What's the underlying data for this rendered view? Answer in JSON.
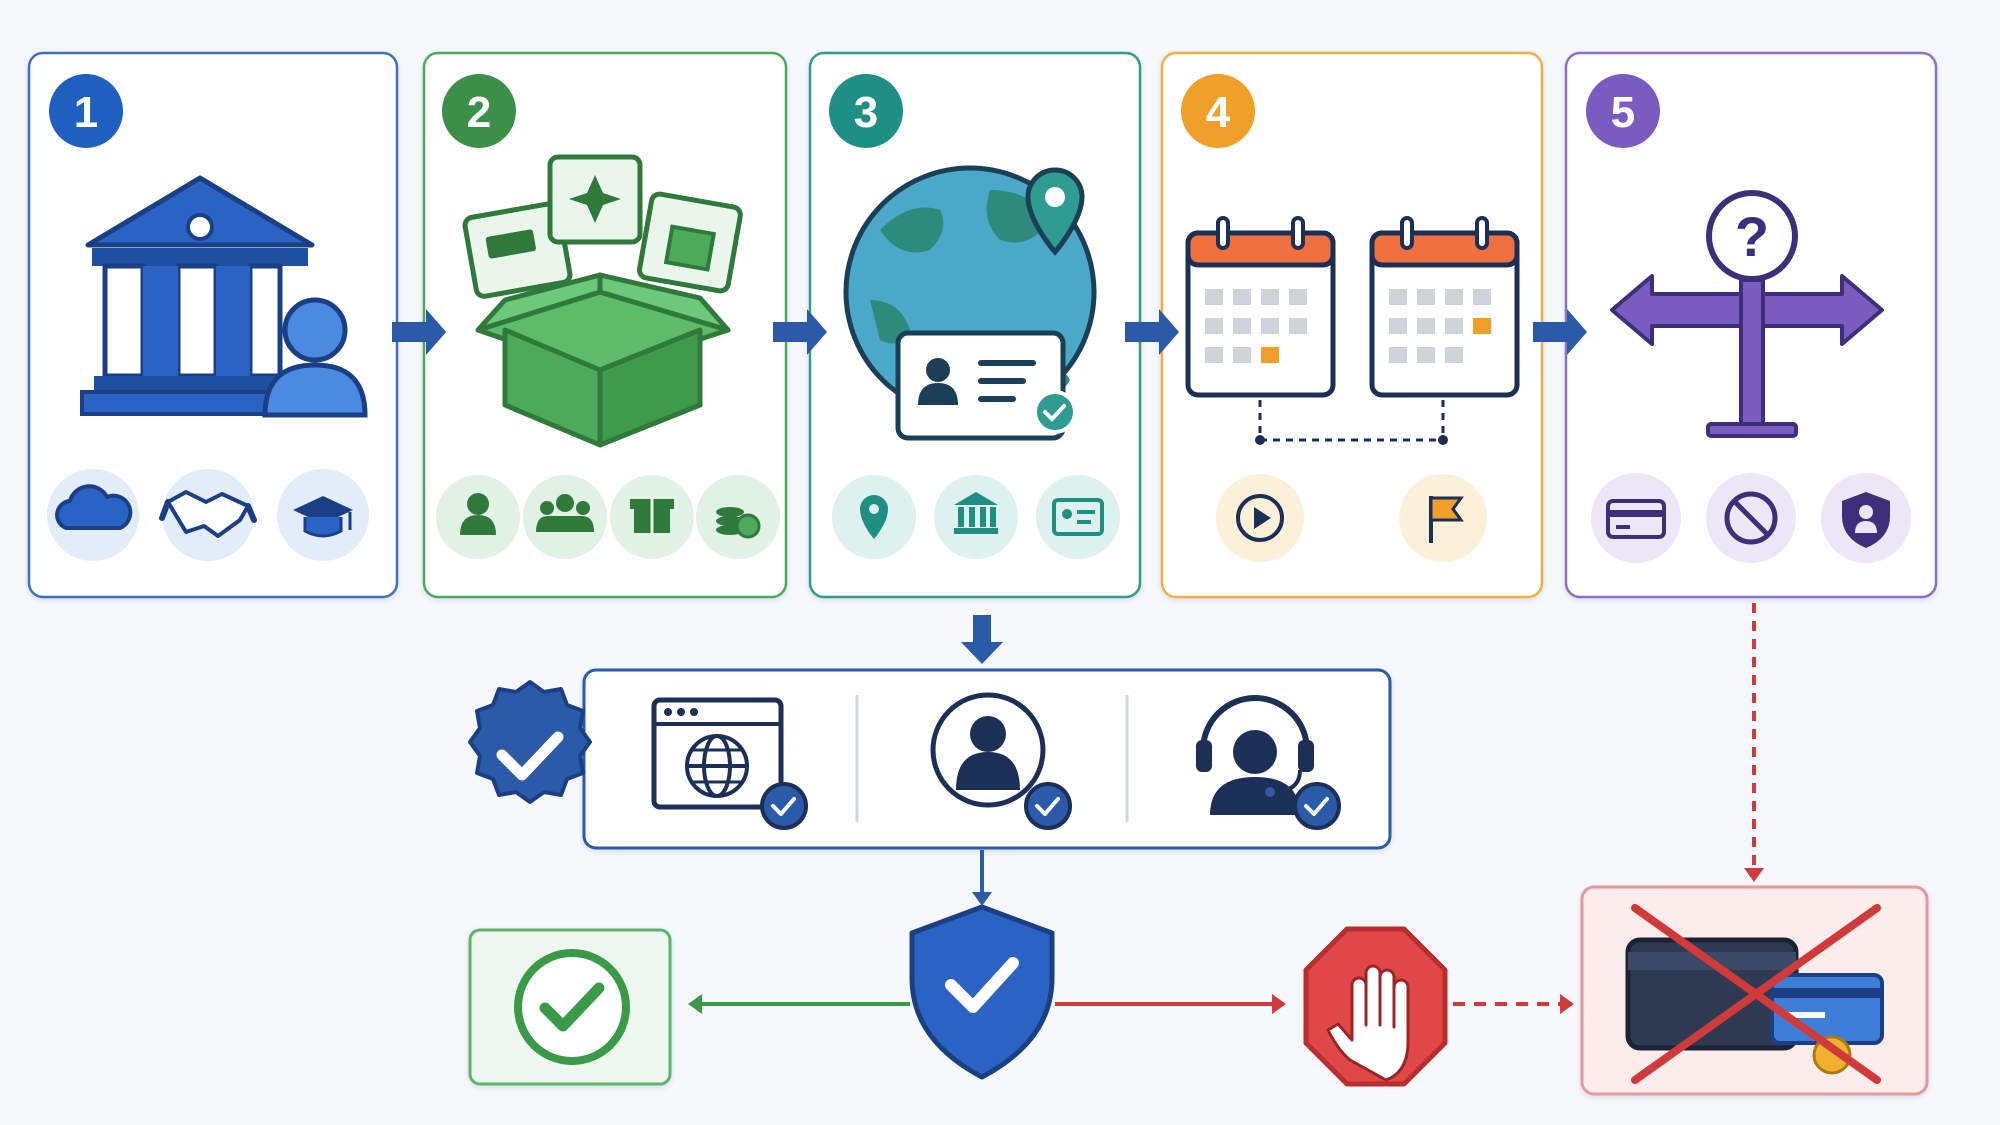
{
  "steps": [
    {
      "number": "1",
      "color": "#1f5fbf",
      "fill": "#2a63c4",
      "light": "#e3ecf9",
      "main_icon": "bank-with-user-icon",
      "sub_icons": [
        "cloud-icon",
        "handshake-icon",
        "graduation-cap-icon"
      ]
    },
    {
      "number": "2",
      "color": "#3c8f49",
      "fill": "#4caa5a",
      "light": "#e1f1e3",
      "main_icon": "open-box-with-cards-icon",
      "sub_icons": [
        "user-icon",
        "group-icon",
        "gift-icon",
        "coins-icon"
      ]
    },
    {
      "number": "3",
      "color": "#1f8f84",
      "fill": "#2e9c90",
      "light": "#ddf1ee",
      "main_icon": "globe-with-id-card-icon",
      "sub_icons": [
        "location-pin-icon",
        "bank-icon",
        "id-card-icon"
      ]
    },
    {
      "number": "4",
      "color": "#e8a020",
      "fill": "#f0a02a",
      "light": "#fdf0d8",
      "main_icon": "two-calendars-icon",
      "sub_icons": [
        "play-icon",
        "flag-icon"
      ]
    },
    {
      "number": "5",
      "color": "#6a4fb0",
      "fill": "#7a5cc0",
      "light": "#ece6f6",
      "main_icon": "signpost-question-icon",
      "sub_icons": [
        "credit-card-icon",
        "block-icon",
        "shield-user-icon"
      ]
    }
  ],
  "verification": {
    "badge_icon": "verified-badge-icon",
    "items": [
      "website-verified-icon",
      "user-verified-icon",
      "support-agent-verified-icon"
    ]
  },
  "outcomes": {
    "approve": "check-circle-icon",
    "decision": "shield-check-icon",
    "reject": "stop-hand-icon",
    "blocked": "wallet-card-crossed-icon"
  },
  "colors": {
    "arrow_blue": "#2a5aa8",
    "green": "#3a9a48",
    "red": "#d13a3a",
    "navy": "#1b2f57"
  }
}
